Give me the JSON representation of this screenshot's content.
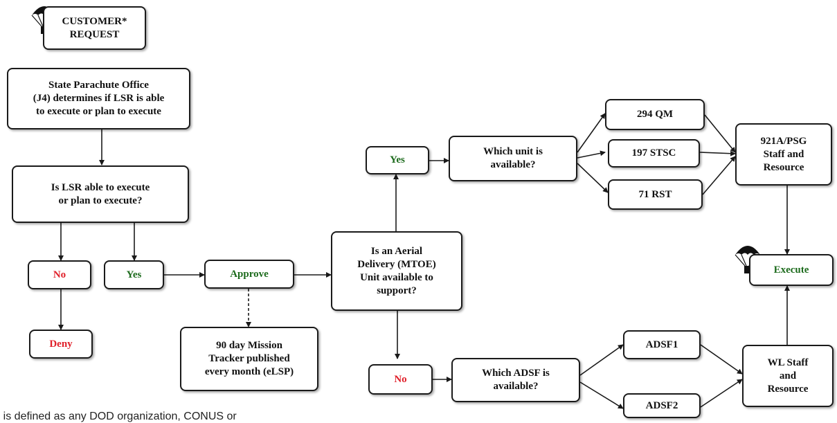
{
  "diagram": {
    "customer_request": "CUSTOMER*\nREQUEST",
    "state_office": "State Parachute Office\n(J4) determines if LSR is able\nto execute or plan to execute",
    "lsr_question": "Is LSR able to execute\nor plan to execute?",
    "no_left": "No",
    "yes_left": "Yes",
    "deny": "Deny",
    "approve": "Approve",
    "tracker": "90 day Mission\nTracker published\nevery month (eLSP)",
    "aerial_question": "Is an Aerial\nDelivery (MTOE)\nUnit available to\nsupport?",
    "yes_right": "Yes",
    "no_right": "No",
    "which_unit": "Which unit is\navailable?",
    "unit_294": "294 QM",
    "unit_197": "197 STSC",
    "unit_71": "71 RST",
    "psg_staff": "921A/PSG\nStaff and\nResource",
    "execute": "Execute",
    "which_adsf": "Which ADSF is\navailable?",
    "adsf1": "ADSF1",
    "adsf2": "ADSF2",
    "wl_staff": "WL Staff\nand\nResource",
    "footnote": "er is defined as any DOD organization, CONUS or"
  },
  "colors": {
    "yes": "#1d6b1d",
    "no": "#e0202a",
    "line": "#1a1a1a"
  },
  "icons": [
    "parachute-icon"
  ]
}
